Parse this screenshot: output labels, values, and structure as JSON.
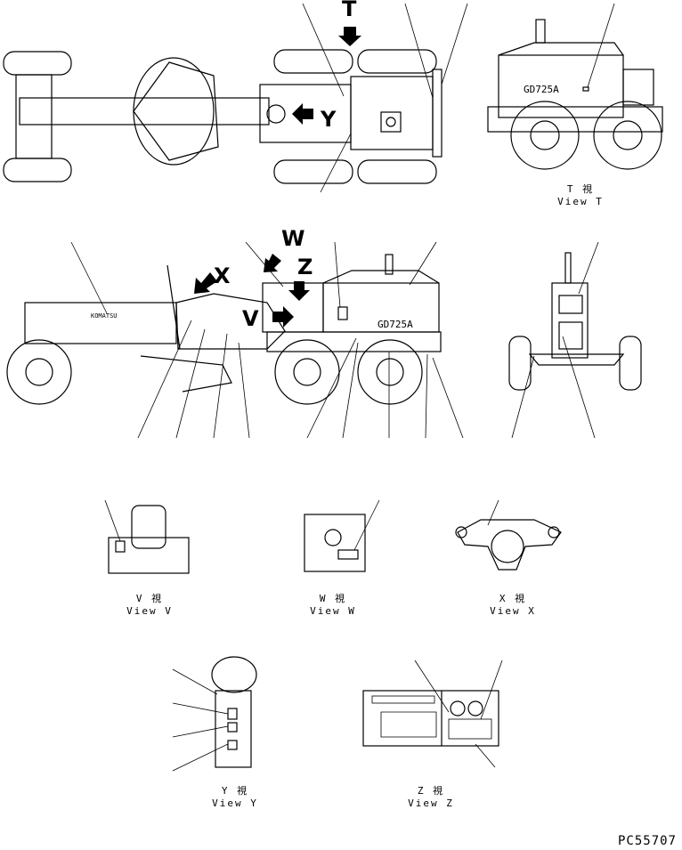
{
  "markers": {
    "T": "T",
    "Y": "Y",
    "W": "W",
    "Z": "Z",
    "X": "X",
    "V": "V"
  },
  "model_text": "GD725A",
  "brand_text": "KOMATSU",
  "views": [
    {
      "jp": "T 視",
      "en": "View T"
    },
    {
      "jp": "V 視",
      "en": "View V"
    },
    {
      "jp": "W 視",
      "en": "View W"
    },
    {
      "jp": "X 視",
      "en": "View X"
    },
    {
      "jp": "Y 視",
      "en": "View Y"
    },
    {
      "jp": "Z 視",
      "en": "View Z"
    }
  ],
  "drawing_code": "PC55707"
}
